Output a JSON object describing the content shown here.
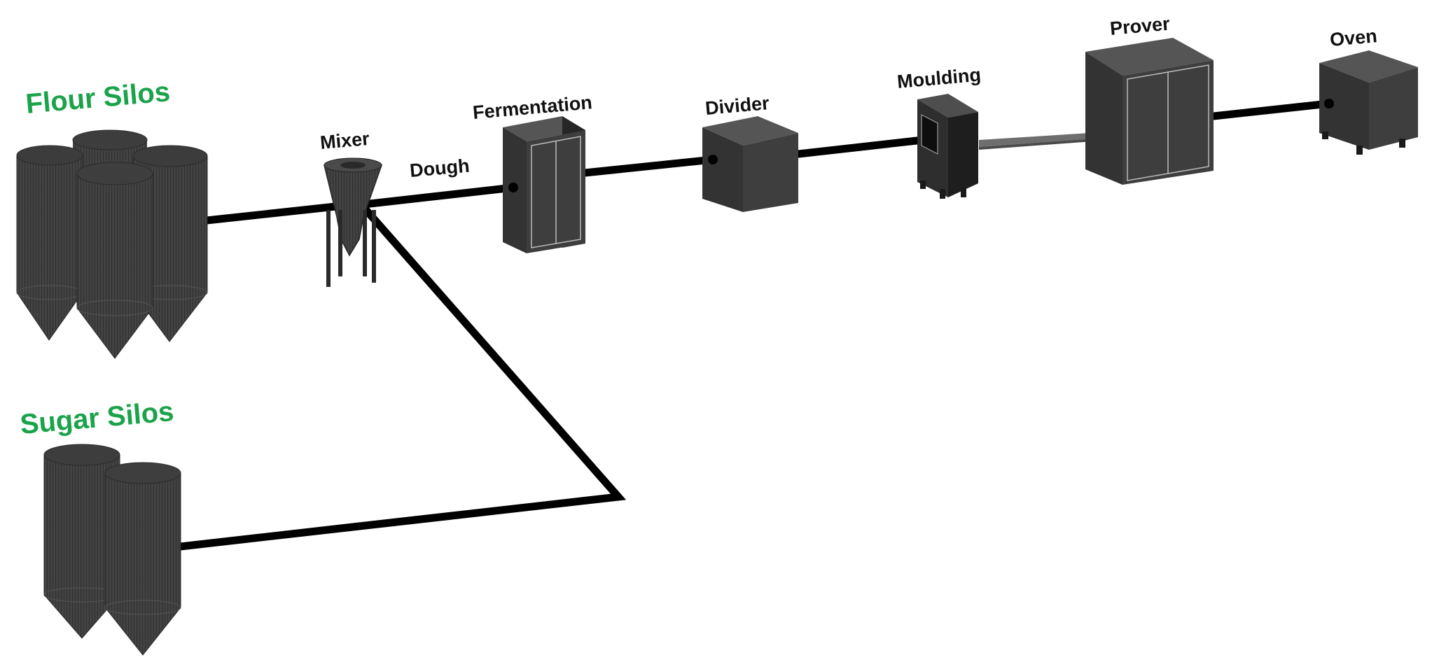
{
  "groups": {
    "flour_silos": "Flour Silos",
    "sugar_silos": "Sugar Silos"
  },
  "equipment": {
    "mixer": "Mixer",
    "fermentation": "Fermentation",
    "divider": "Divider",
    "moulding": "Moulding",
    "prover": "Prover",
    "oven": "Oven"
  },
  "flow": {
    "dough": "Dough"
  },
  "colors": {
    "group_label": "#1aa34a",
    "pipe": "#000000",
    "equipment_dark": "#3a3a3a",
    "equipment_side": "#2a2a2a",
    "equipment_top": "#555555",
    "conveyor": "#6e6e6e"
  }
}
